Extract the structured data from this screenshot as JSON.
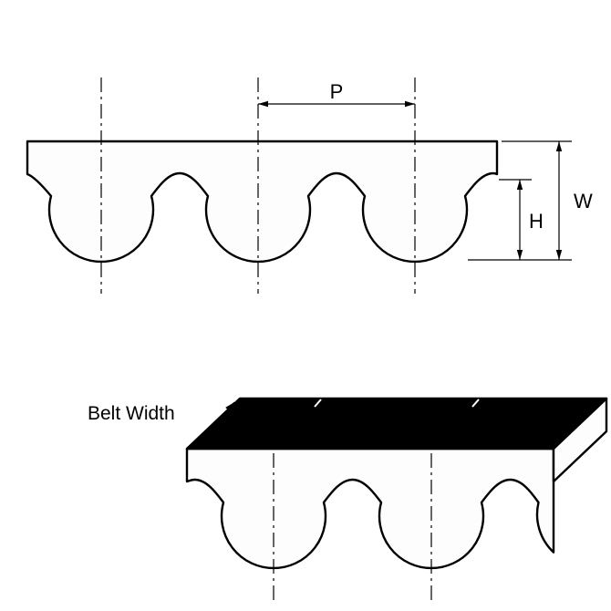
{
  "drawing": {
    "labels": {
      "pitch": "P",
      "overall_height": "W",
      "tooth_height": "H",
      "belt_width": "Belt Width"
    },
    "colors": {
      "background": "#ffffff",
      "line": "#000000",
      "belt_face": "#fdfdfd",
      "top_face": "#000000",
      "end_face": "#fdfdfd"
    }
  }
}
